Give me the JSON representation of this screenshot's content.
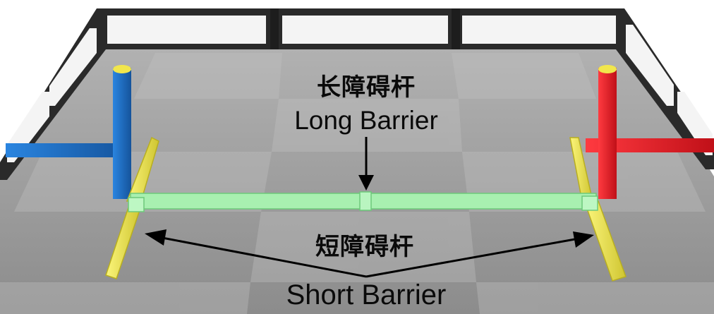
{
  "labels": {
    "long_barrier_cn": "长障碍杆",
    "long_barrier_en": "Long Barrier",
    "short_barrier_cn": "短障碍杆",
    "short_barrier_en": "Short Barrier"
  },
  "colors": {
    "floor": "#8f8f8f",
    "floor_tile_light": "#a3a3a3",
    "wall_frame": "#2a2a2a",
    "blue_pipe": "#1f6fc8",
    "red_pipe": "#e8222b",
    "yellow_pipe": "#efe64a",
    "green_barrier": "#a8f0b0"
  }
}
